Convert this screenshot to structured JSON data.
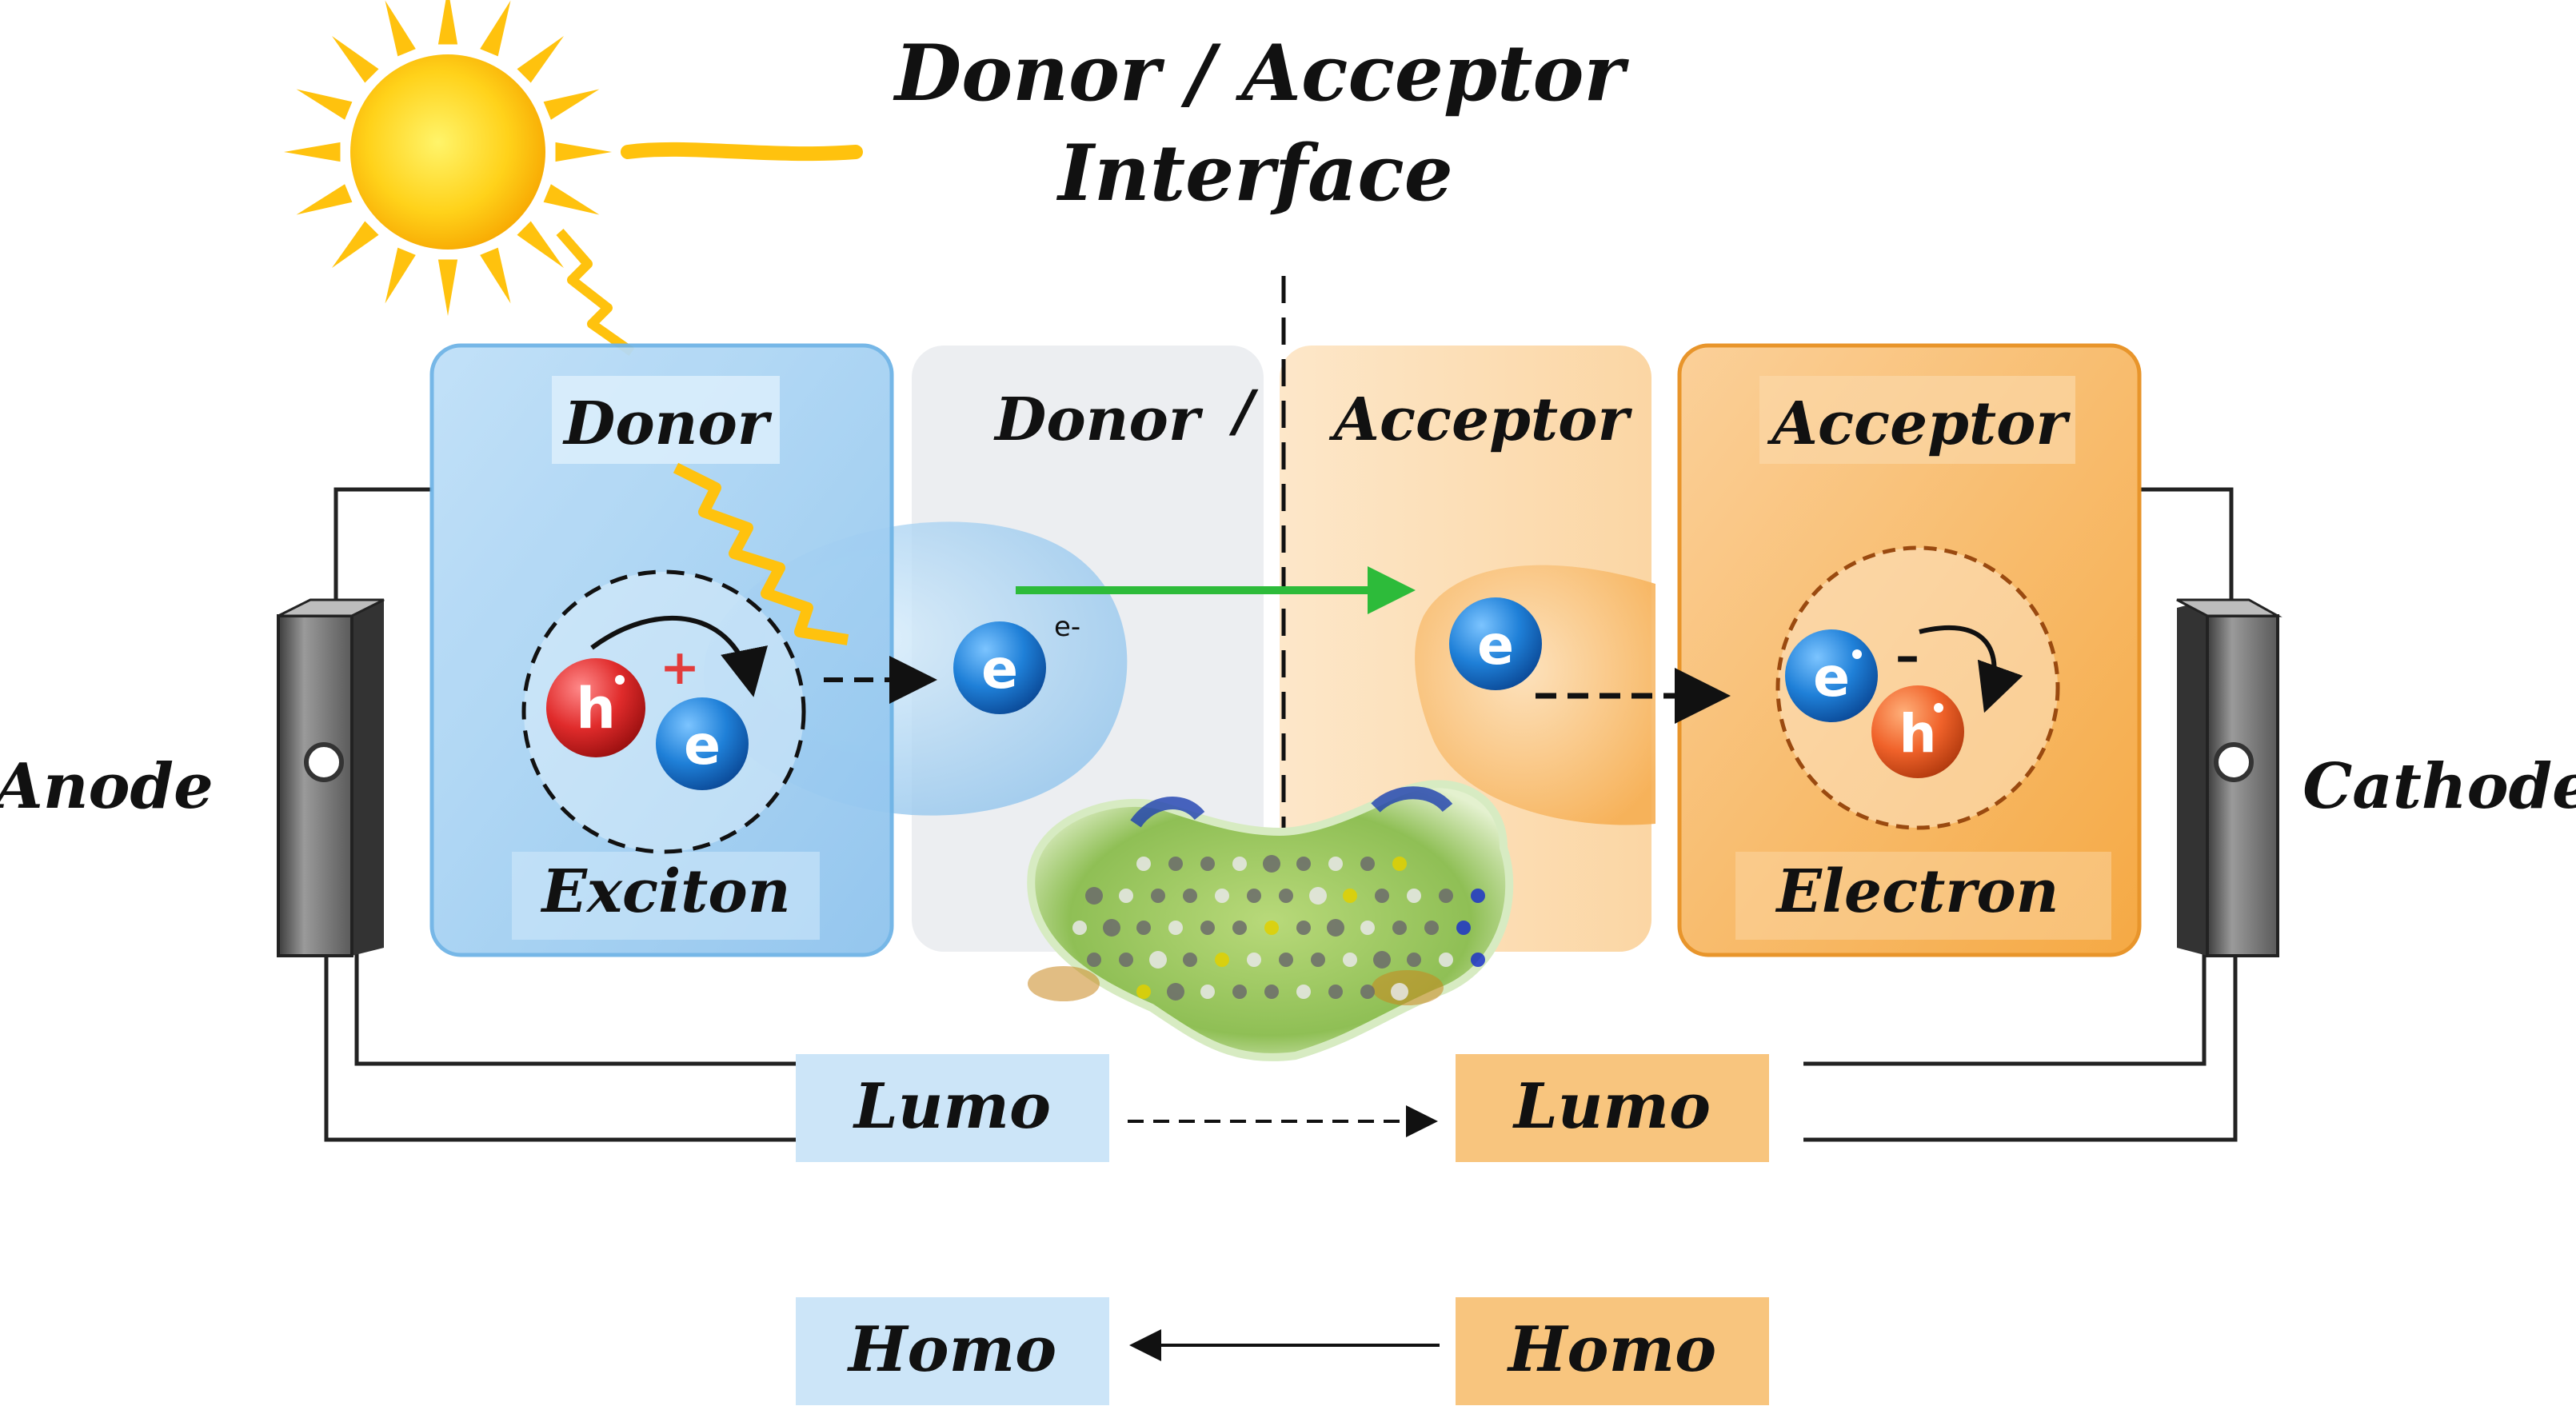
{
  "title": {
    "line1": "Donor / Acceptor",
    "line2": "Interface"
  },
  "labels": {
    "anode": "Anode",
    "cathode": "Cathode",
    "donor_panel": "Donor",
    "interface_donor": "Donor",
    "interface_slash": "/",
    "interface_acceptor": "Acceptor",
    "acceptor_panel": "Acceptor",
    "exciton": "Exciton",
    "electron": "Electron"
  },
  "particles": {
    "hole": "h",
    "electron": "e",
    "electron_superscript": "e-",
    "plus": "+",
    "minus": "–"
  },
  "energy_levels": {
    "donor_lumo": "Lumo",
    "acceptor_lumo": "Lumo",
    "donor_homo": "Homo",
    "acceptor_homo": "Homo"
  },
  "colors": {
    "donor_blue": "#a9d4f3",
    "acceptor_orange": "#f7b967",
    "green_arrow": "#2dbb3a",
    "sun_yellow": "#ffc20e",
    "hole_red": "#e23c3c",
    "electron_blue": "#1f7fd6"
  }
}
